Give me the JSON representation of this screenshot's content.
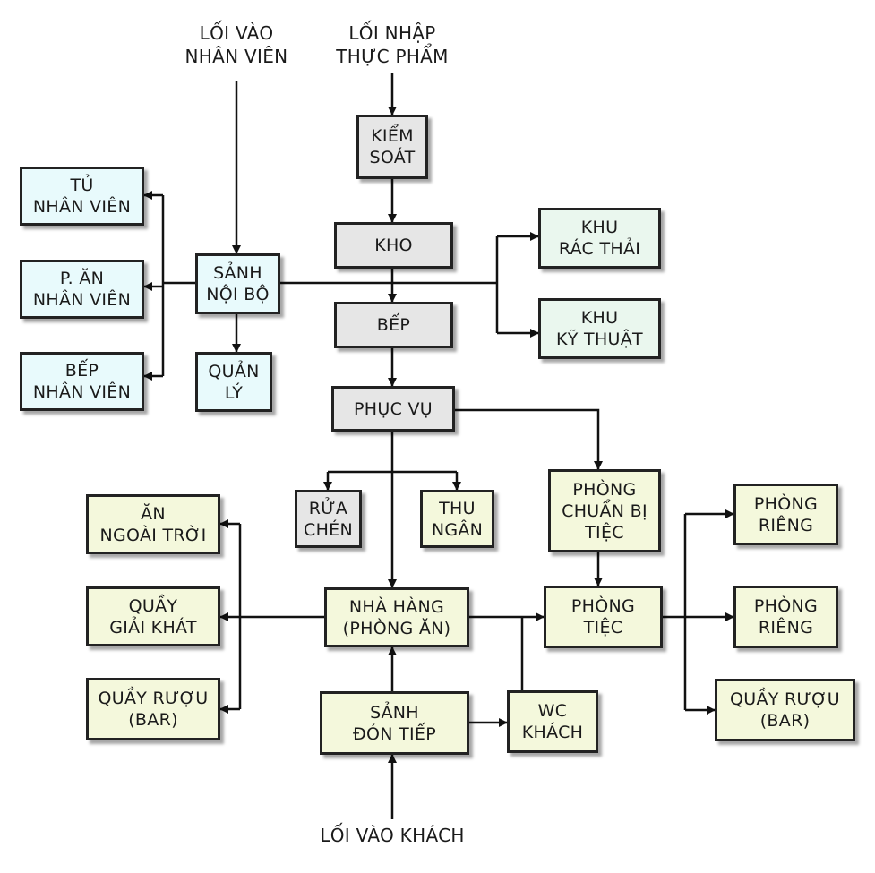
{
  "entrances": {
    "staff": [
      "LỐI VÀO",
      "NHÂN VIÊN"
    ],
    "food": [
      "LỐI NHẬP",
      "THỰC PHẨM"
    ],
    "guest": [
      "LỐI VÀO KHÁCH"
    ]
  },
  "nodes": {
    "kiem_soat": [
      "KIỂM",
      "SOÁT"
    ],
    "kho": [
      "KHO"
    ],
    "bep": [
      "BẾP"
    ],
    "phuc_vu": [
      "PHỤC VỤ"
    ],
    "sanh_noi_bo": [
      "SẢNH",
      "NỘI BỘ"
    ],
    "quan_ly": [
      "QUẢN",
      "LÝ"
    ],
    "tu_nhan_vien": [
      "TỦ",
      "NHÂN VIÊN"
    ],
    "p_an_nhan_vien": [
      "P. ĂN",
      "NHÂN VIÊN"
    ],
    "bep_nhan_vien": [
      "BẾP",
      "NHÂN VIÊN"
    ],
    "khu_rac_thai": [
      "KHU",
      "RÁC THẢI"
    ],
    "khu_ky_thuat": [
      "KHU",
      "KỸ THUẬT"
    ],
    "rua_chen": [
      "RỬA",
      "CHÉN"
    ],
    "thu_ngan": [
      "THU",
      "NGÂN"
    ],
    "phong_chuan_bi_tiec": [
      "PHÒNG",
      "CHUẨN BỊ",
      "TIỆC"
    ],
    "nha_hang": [
      "NHÀ HÀNG",
      "(PHÒNG ĂN)"
    ],
    "phong_tiec": [
      "PHÒNG",
      "TIỆC"
    ],
    "an_ngoai_troi": [
      "ĂN",
      "NGOÀI TRỜI"
    ],
    "quay_giai_khat": [
      "QUẦY",
      "GIẢI KHÁT"
    ],
    "quay_ruou_left": [
      "QUẦY RƯỢU",
      "(BAR)"
    ],
    "phong_rieng_1": [
      "PHÒNG",
      "RIÊNG"
    ],
    "phong_rieng_2": [
      "PHÒNG",
      "RIÊNG"
    ],
    "quay_ruou_right": [
      "QUẦY RƯỢU",
      "(BAR)"
    ],
    "sanh_don_tiep": [
      "SẢNH",
      "ĐÓN TIẾP"
    ],
    "wc_khach": [
      "WC",
      "KHÁCH"
    ]
  },
  "colors": {
    "staff_area": "#e8fafc",
    "service_area": "#eaf7ee",
    "kitchen_area": "#e6e6e6",
    "guest_area": "#f4f8dc",
    "line": "#111111"
  }
}
